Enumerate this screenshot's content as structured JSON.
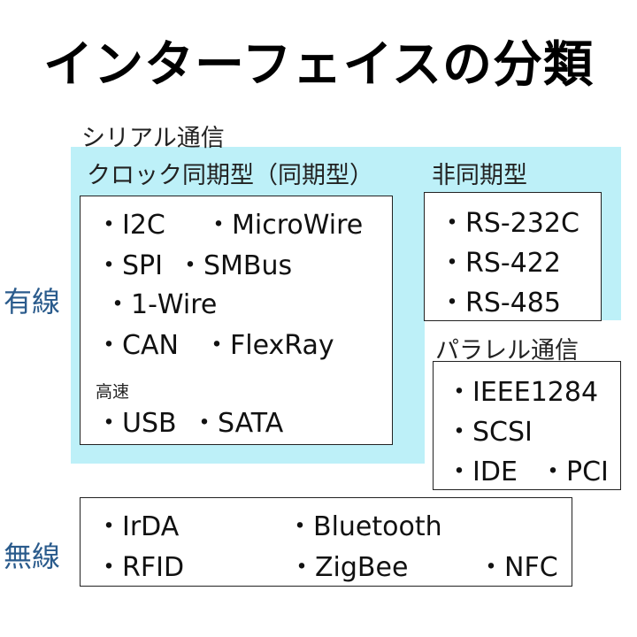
{
  "title": "インターフェイスの分類",
  "labels": {
    "serial": "シリアル通信",
    "sync": "クロック同期型（同期型）",
    "async": "非同期型",
    "parallel": "パラレル通信",
    "wired": "有線",
    "wireless": "無線",
    "highspeed": "高速"
  },
  "sync_items": {
    "i2c": "・I2C",
    "microwire": "・MicroWire",
    "spi": "・SPI",
    "smbus": "・SMBus",
    "onewire": "・1-Wire",
    "can": "・CAN",
    "flexray": "・FlexRay",
    "usb": "・USB",
    "sata": "・SATA"
  },
  "async_items": {
    "rs232c": "・RS-232C",
    "rs422": "・RS-422",
    "rs485": "・RS-485"
  },
  "parallel_items": {
    "ieee1284": "・IEEE1284",
    "scsi": "・SCSI",
    "ide": "・IDE",
    "pci": "・PCI"
  },
  "wireless_items": {
    "irda": "・IrDA",
    "bluetooth": "・Bluetooth",
    "rfid": "・RFID",
    "zigbee": "・ZigBee",
    "nfc": "・NFC"
  },
  "colors": {
    "serial_region": "#bdf0f8",
    "side_label": "#2a5b8c"
  }
}
